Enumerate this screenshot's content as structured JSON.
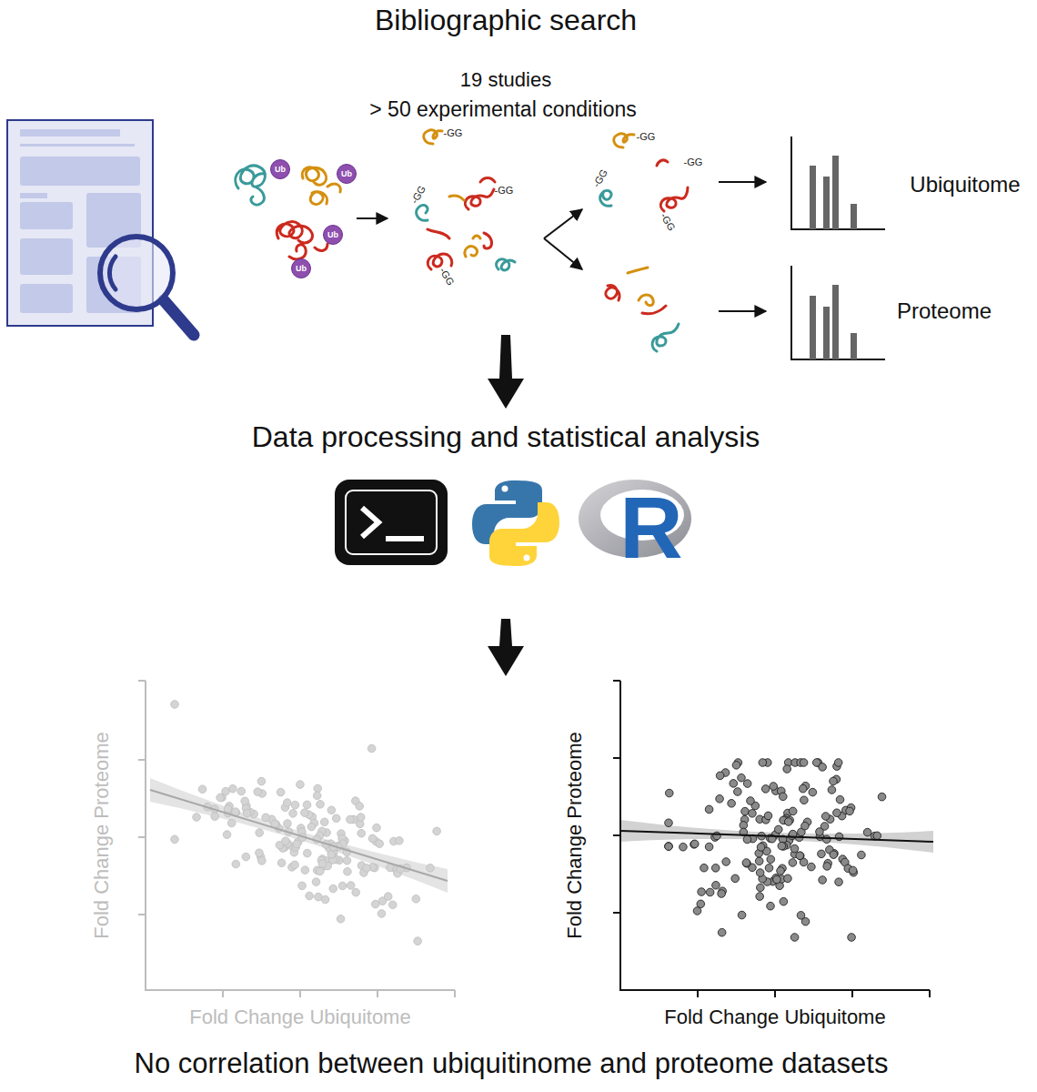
{
  "diagram": {
    "title": "Bibliographic search",
    "caption": "No correlation between ubiquitinome and proteome datasets",
    "nodes": [
      {
        "text": [
          "Ub"
        ]
      },
      {
        "text": [
          "Ub"
        ]
      },
      {
        "text": [
          "Ub"
        ]
      },
      {
        "text": [
          "Ub"
        ]
      }
    ],
    "labels": [
      "19 studies",
      "> 50 experimental conditions",
      "-GG",
      "-GG",
      "-GG",
      "-GG",
      "-GG",
      "-GG",
      "-GG",
      "-GG",
      "Ubiquitome",
      "Proteome",
      "Data processing and statistical analysis",
      "R",
      "Fold Change Proteome",
      "Fold Change Ubiquitome",
      "Fold Change Proteome",
      "Fold Change Ubiquitome"
    ]
  }
}
